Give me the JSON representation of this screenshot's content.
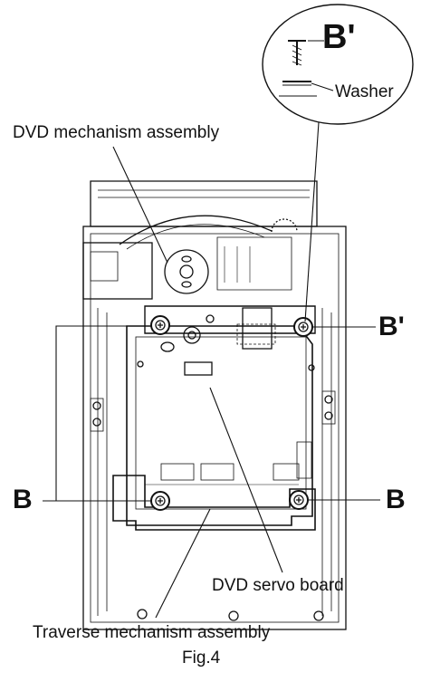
{
  "labels": {
    "dvd_mechanism": "DVD mechanism assembly",
    "washer": "Washer",
    "b_prime_callout": "B'",
    "b_prime_right": "B'",
    "b_left": "B",
    "b_right": "B",
    "servo_board": "DVD servo board",
    "traverse": "Traverse mechanism assembly",
    "figure": "Fig.4"
  }
}
